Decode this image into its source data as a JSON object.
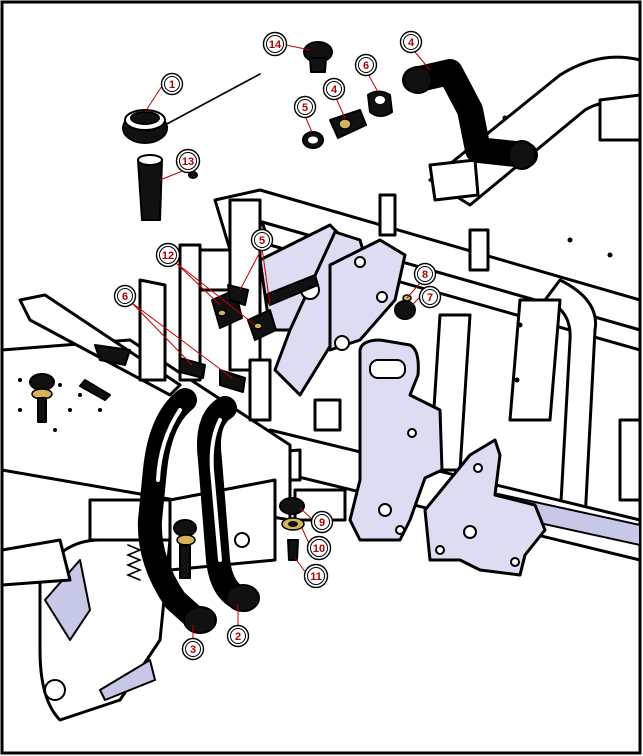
{
  "callouts": [
    {
      "id": "c1",
      "label": "1"
    },
    {
      "id": "c2",
      "label": "2"
    },
    {
      "id": "c3",
      "label": "3"
    },
    {
      "id": "c4a",
      "label": "4"
    },
    {
      "id": "c4b",
      "label": "4"
    },
    {
      "id": "c5a",
      "label": "5"
    },
    {
      "id": "c5b",
      "label": "5"
    },
    {
      "id": "c6a",
      "label": "6"
    },
    {
      "id": "c6b",
      "label": "6"
    },
    {
      "id": "c7",
      "label": "7"
    },
    {
      "id": "c8",
      "label": "8"
    },
    {
      "id": "c9",
      "label": "9"
    },
    {
      "id": "c10",
      "label": "10"
    },
    {
      "id": "c11",
      "label": "11"
    },
    {
      "id": "c12",
      "label": "12"
    },
    {
      "id": "c13",
      "label": "13"
    },
    {
      "id": "c14",
      "label": "14"
    }
  ],
  "colors": {
    "outline": "#000000",
    "plate": "#dcdcf3",
    "rubber": "#111111",
    "callout_text": "#b00000",
    "leader": "#c00000",
    "brass": "#d4b35a"
  }
}
